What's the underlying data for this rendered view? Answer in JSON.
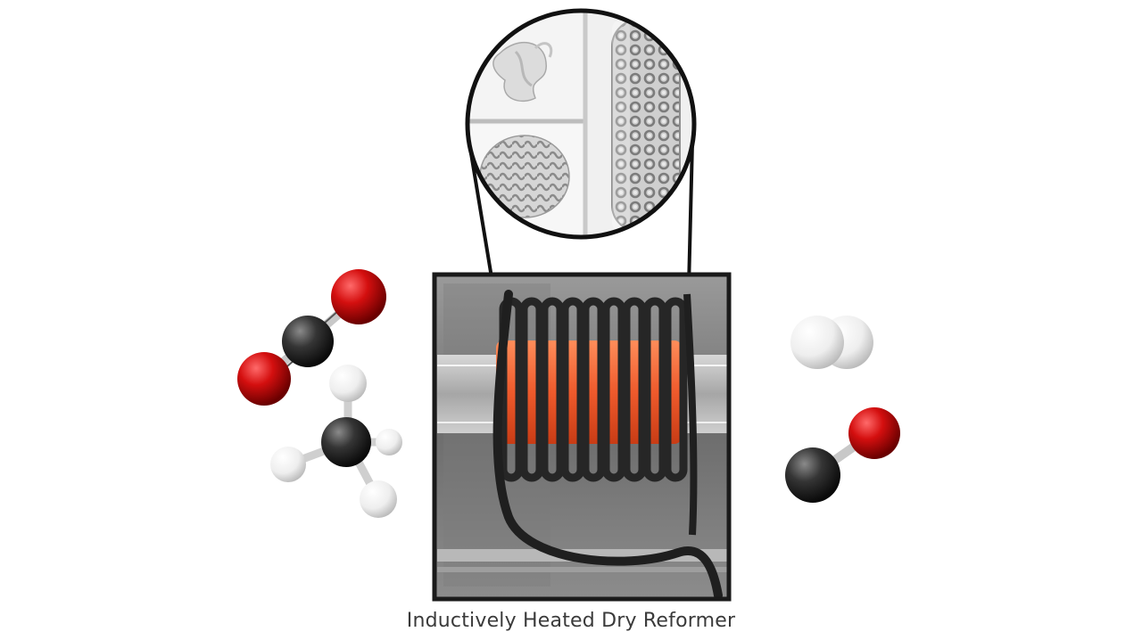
{
  "caption": "Inductively Heated Dry Reformer",
  "colors": {
    "oxygen": "#d40f0f",
    "carbon": "#2e2e2e",
    "hydrogen": "#f2f2f2",
    "heater_glow": "#ee5a2c",
    "coil": "#2b2b2b",
    "photo_frame": "#1a1a1a"
  },
  "molecules": {
    "reactants": [
      {
        "formula": "CO2",
        "icon": "carbon-dioxide-molecule"
      },
      {
        "formula": "CH4",
        "icon": "methane-molecule"
      }
    ],
    "products": [
      {
        "formula": "H2",
        "icon": "hydrogen-molecule"
      },
      {
        "formula": "CO",
        "icon": "carbon-monoxide-molecule"
      }
    ]
  },
  "insets": [
    "twisted-3d-printed-structure",
    "gyroid-lattice-disk",
    "lattice-cylinder-catalyst"
  ]
}
